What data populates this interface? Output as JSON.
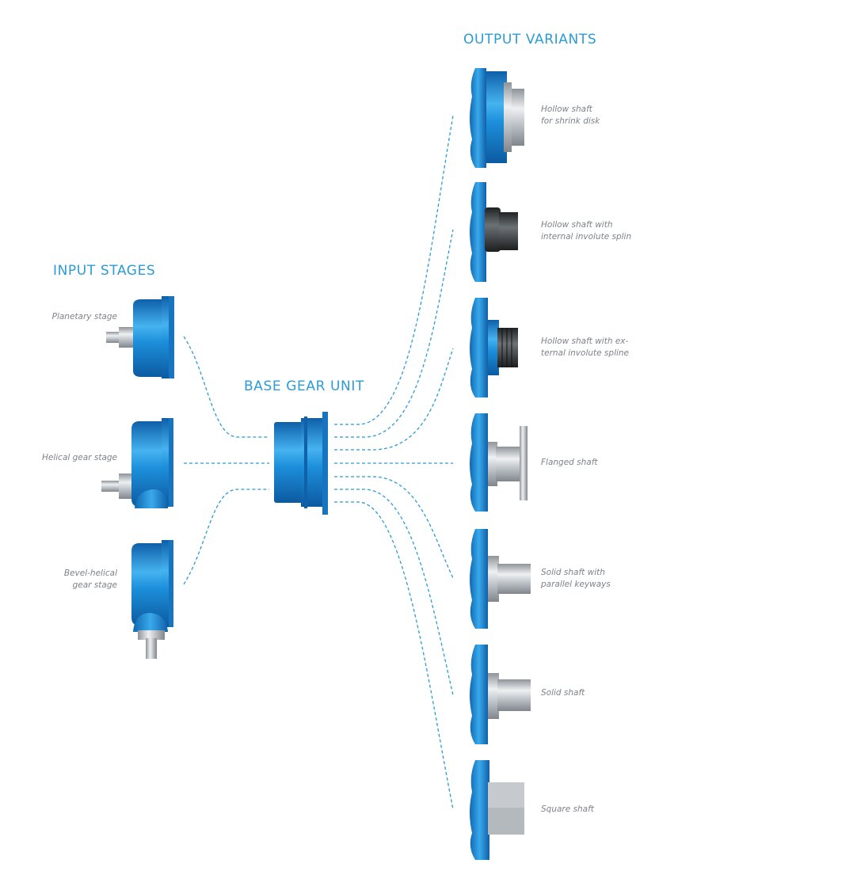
{
  "headings": {
    "output": "OUTPUT VARIANTS",
    "input": "INPUT STAGES",
    "base": "BASE GEAR UNIT"
  },
  "input_stages": [
    {
      "label": "Planetary stage"
    },
    {
      "label": "Helical gear stage"
    },
    {
      "label": "Bevel-helical\ngear stage"
    }
  ],
  "output_variants": [
    {
      "label": "Hollow shaft\nfor shrink disk"
    },
    {
      "label": "Hollow shaft with\ninternal involute splin"
    },
    {
      "label": "Hollow shaft with ex-\nternal involute spline"
    },
    {
      "label": "Flanged shaft"
    },
    {
      "label": "Solid shaft with\nparallel keyways"
    },
    {
      "label": "Solid shaft"
    },
    {
      "label": "Square shaft"
    }
  ],
  "colors": {
    "accent": "#2b9bd8",
    "housing": "#1e8fd8",
    "label": "#7d8288",
    "shaft": "#b9bec3",
    "dark_shaft": "#3a3d40"
  }
}
